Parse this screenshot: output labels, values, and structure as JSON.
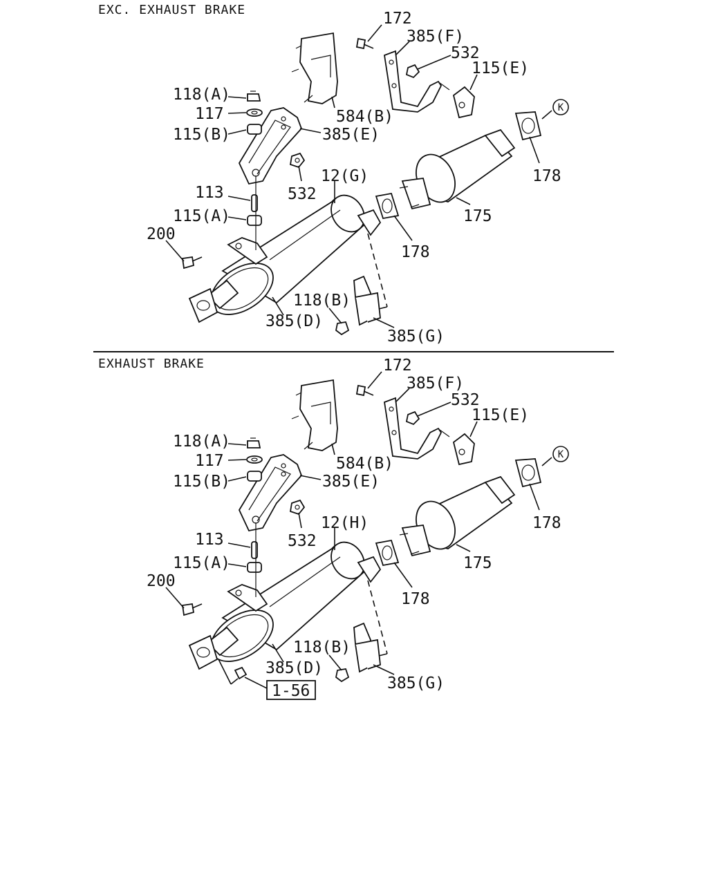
{
  "sections": [
    {
      "title": "EXC. EXHAUST BRAKE",
      "labels": {
        "p172": "172",
        "p385f": "385(F)",
        "p532a": "532",
        "p115e": "115(E)",
        "k": "K",
        "p118a": "118(A)",
        "p117": "117",
        "p115b": "115(B)",
        "p584b": "584(B)",
        "p385e": "385(E)",
        "p178a": "178",
        "p12": "12(G)",
        "p532b": "532",
        "p113": "113",
        "p175": "175",
        "p115a": "115(A)",
        "p178b": "178",
        "p200": "200",
        "p118b": "118(B)",
        "p385d": "385(D)",
        "p385g": "385(G)"
      }
    },
    {
      "title": "EXHAUST BRAKE",
      "labels": {
        "p172": "172",
        "p385f": "385(F)",
        "p532a": "532",
        "p115e": "115(E)",
        "k": "K",
        "p118a": "118(A)",
        "p117": "117",
        "p115b": "115(B)",
        "p584b": "584(B)",
        "p385e": "385(E)",
        "p178a": "178",
        "p12": "12(H)",
        "p532b": "532",
        "p113": "113",
        "p175": "175",
        "p115a": "115(A)",
        "p178b": "178",
        "p200": "200",
        "p118b": "118(B)",
        "p385d": "385(D)",
        "p385g": "385(G)",
        "ref": "1-56"
      }
    }
  ]
}
